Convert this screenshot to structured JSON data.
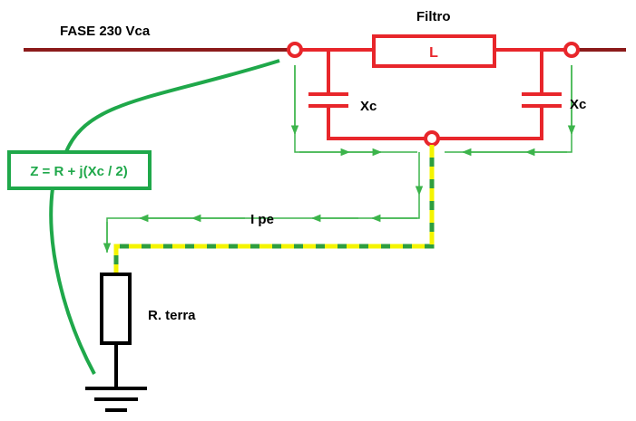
{
  "labels": {
    "phase": "FASE 230 Vca",
    "filter": "Filtro",
    "inductor": "L",
    "capacitor_left": "Xc",
    "capacitor_right": "Xc",
    "impedance": "Z = R + j(Xc / 2)",
    "current": "I pe",
    "earth_resistor": "R. terra"
  },
  "colors": {
    "phase_line": "#8b1a1a",
    "filter_wiring": "#e8262b",
    "current_arrows": "#3cb44b",
    "impedance_box": "#1fa84a",
    "pe_conductor_green": "#2e9e3e",
    "pe_conductor_yellow": "#f4f400",
    "earth": "#000000"
  }
}
